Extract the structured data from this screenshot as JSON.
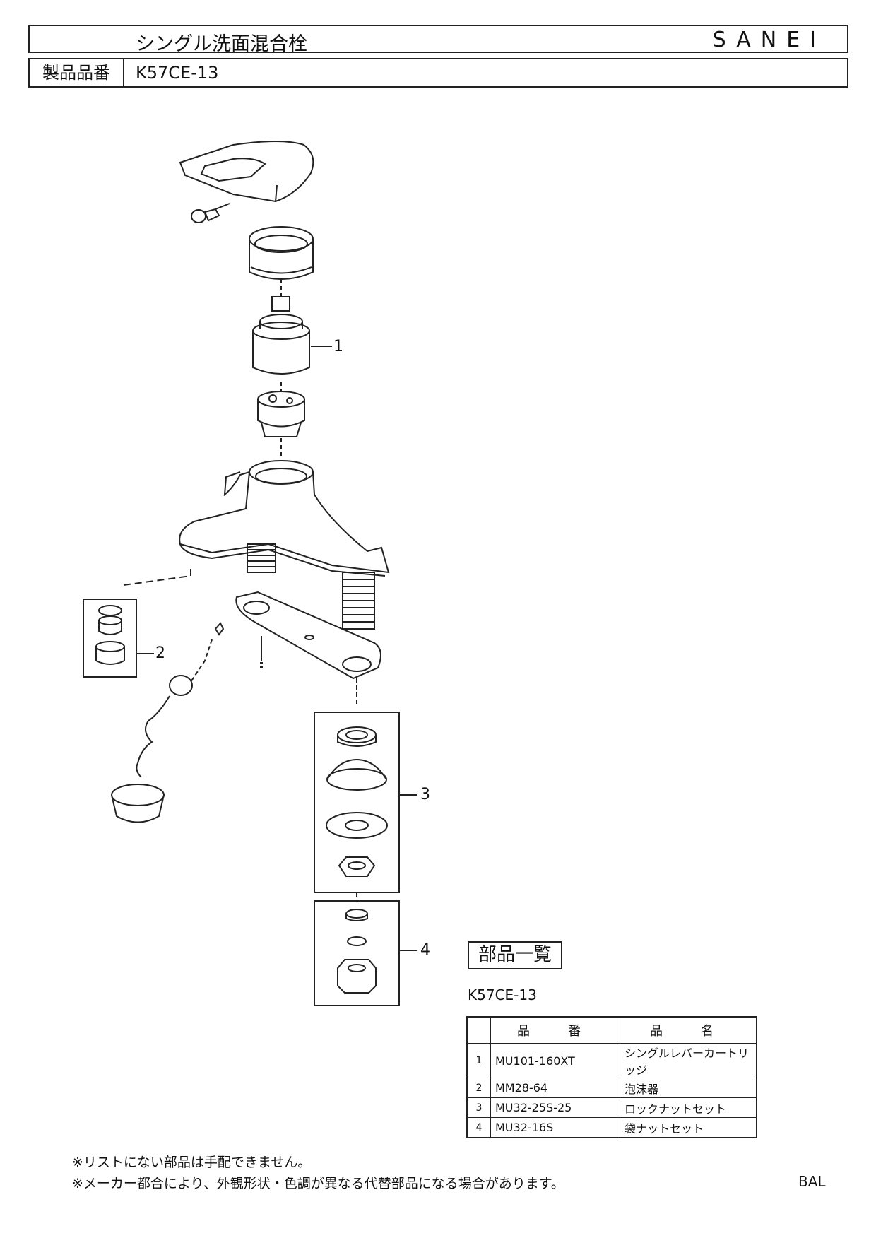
{
  "header": {
    "product_name": "シングル洗面混合栓",
    "brand": "SANEI",
    "product_number_label": "製品品番",
    "product_number": "K57CE-13"
  },
  "callouts": [
    "1",
    "2",
    "3",
    "4"
  ],
  "parts_list": {
    "title": "部品一覧",
    "model": "K57CE-13",
    "columns": [
      "品　番",
      "品　名"
    ],
    "rows": [
      {
        "no": "1",
        "part_number": "MU101-160XT",
        "name": "シングルレバーカートリッジ"
      },
      {
        "no": "2",
        "part_number": "MM28-64",
        "name": "泡沫器"
      },
      {
        "no": "3",
        "part_number": "MU32-25S-25",
        "name": "ロックナットセット"
      },
      {
        "no": "4",
        "part_number": "MU32-16S",
        "name": "袋ナットセット"
      }
    ]
  },
  "notes": [
    "※リストにない部品は手配できません。",
    "※メーカー都合により、外観形状・色調が異なる代替部品になる場合があります。"
  ],
  "doc_code": "BAL"
}
